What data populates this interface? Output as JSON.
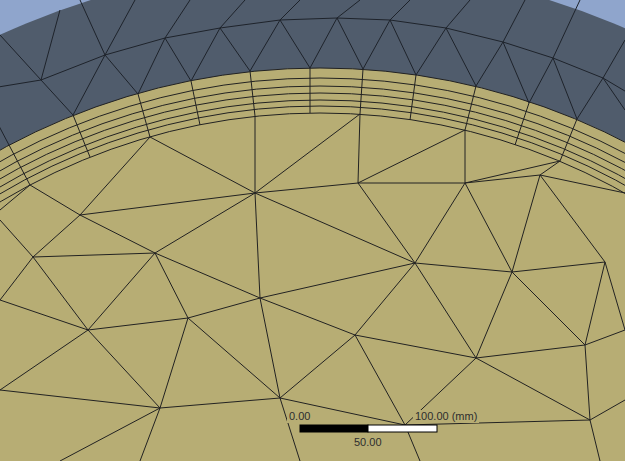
{
  "diagram": {
    "labels": [
      "0.00",
      "100.00 (mm)",
      "50.00"
    ]
  }
}
